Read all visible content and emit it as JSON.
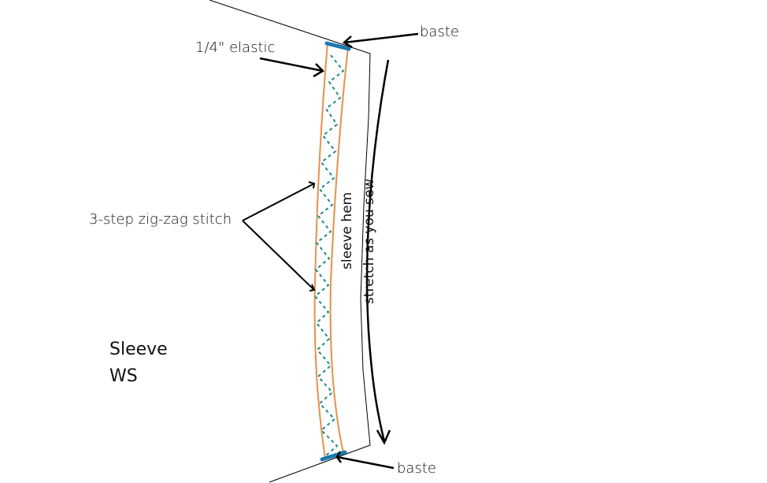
{
  "diagram": {
    "labels": {
      "baste_top": "baste",
      "baste_bottom": "baste",
      "elastic": "1/4\" elastic",
      "zigzag": "3-step zig-zag stitch",
      "sleeve_hem": "sleeve hem",
      "stretch": "stretch as you sew",
      "sleeve_line1": "Sleeve",
      "sleeve_line2": "WS"
    },
    "colors": {
      "outline": "#000000",
      "elastic_edge": "#E8904A",
      "stitch": "#1E8C8C",
      "baste": "#1A7AB0"
    }
  }
}
